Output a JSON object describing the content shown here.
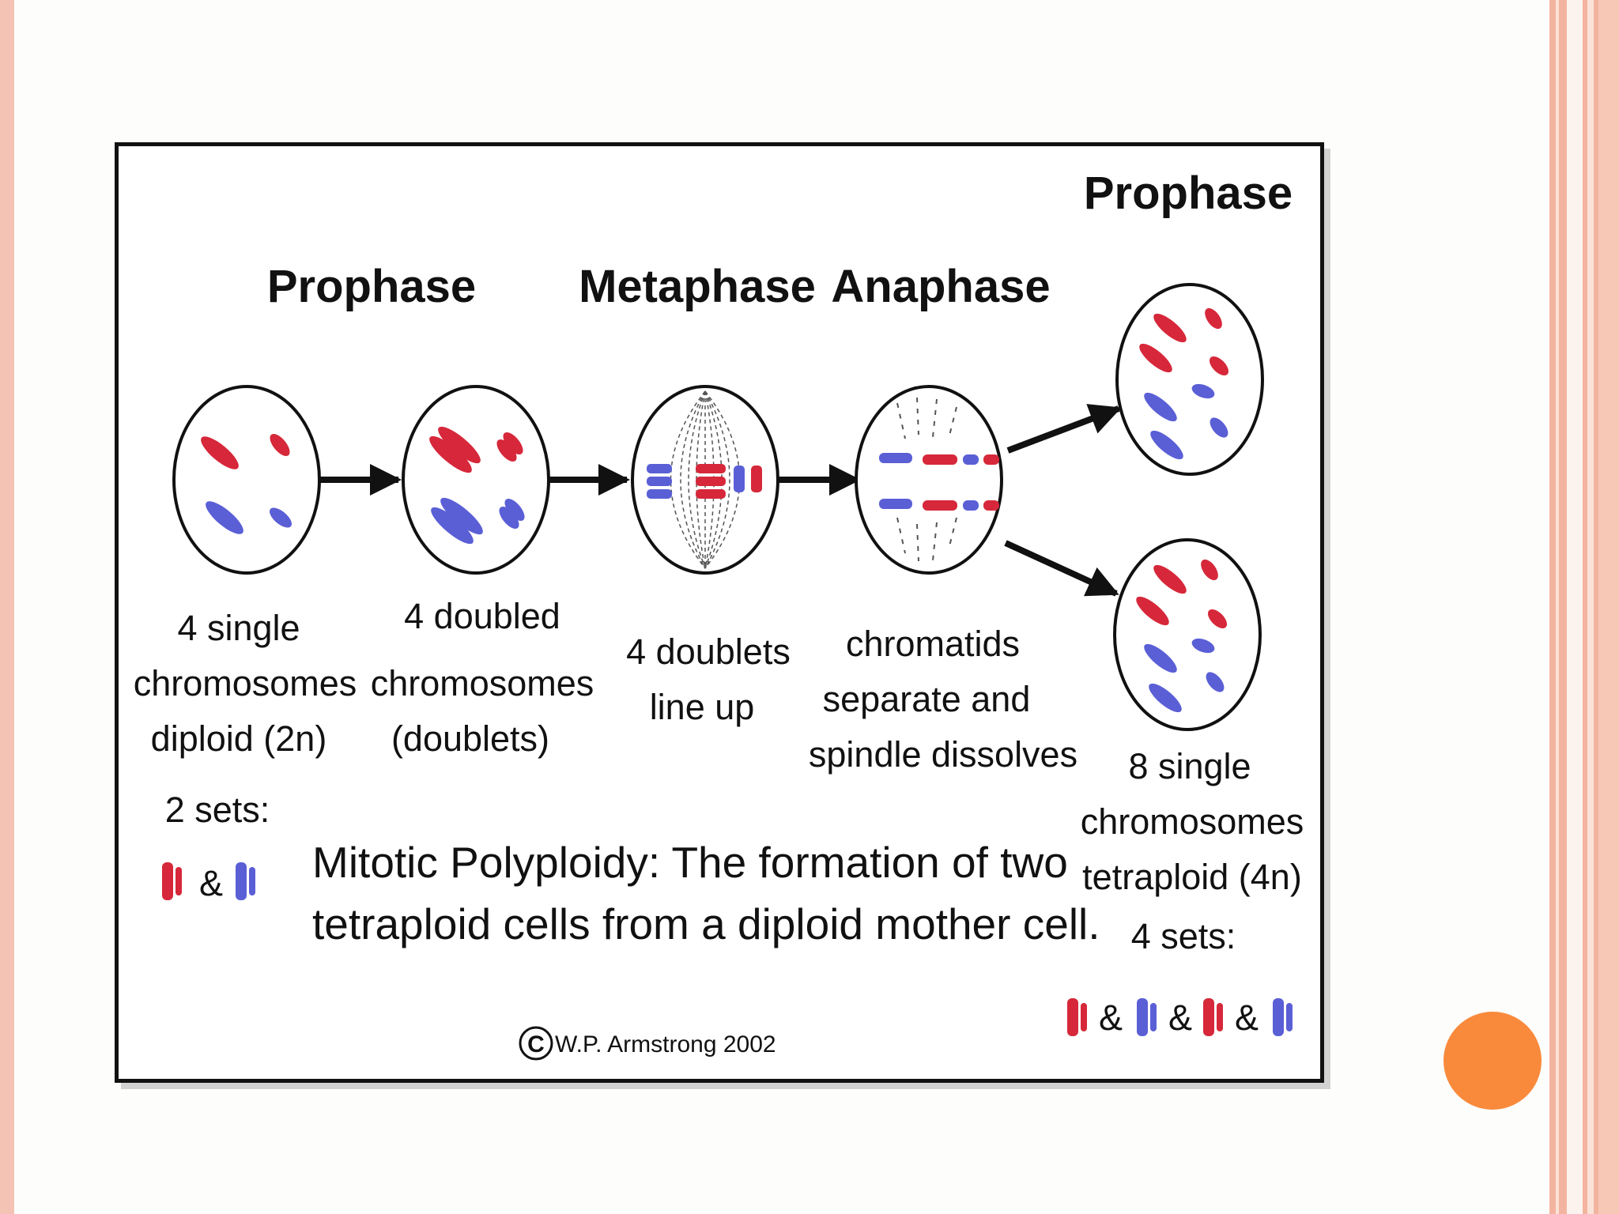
{
  "slide": {
    "colors": {
      "left_band": "#f5c3b3",
      "right_stripes": "#f3b49f",
      "accent_circle": "#f98a3c",
      "red_chromosome": "#d6283a",
      "blue_chromosome": "#5a5fd6"
    }
  },
  "figure": {
    "headers": {
      "prophase_1": "Prophase",
      "metaphase": "Metaphase",
      "anaphase": "Anaphase",
      "prophase_2": "Prophase"
    },
    "labels": {
      "cell1": [
        "4 single",
        "chromosomes",
        "diploid (2n)"
      ],
      "cell2": [
        "4 doubled",
        "chromosomes",
        "(doublets)"
      ],
      "cell3": [
        "4 doublets",
        "line up"
      ],
      "cell4": [
        "chromatids",
        "separate and",
        "spindle dissolves"
      ],
      "daughters": [
        "8 single",
        "chromosomes",
        "tetraploid (4n)"
      ]
    },
    "sets_left": "2 sets:",
    "sets_right": "4 sets:",
    "amp": "&",
    "caption": [
      "Mitotic Polyploidy:  The formation of two",
      "tetraploid cells from a diploid mother cell."
    ],
    "copyright_symbol": "C",
    "copyright": "W.P. Armstrong 2002"
  }
}
